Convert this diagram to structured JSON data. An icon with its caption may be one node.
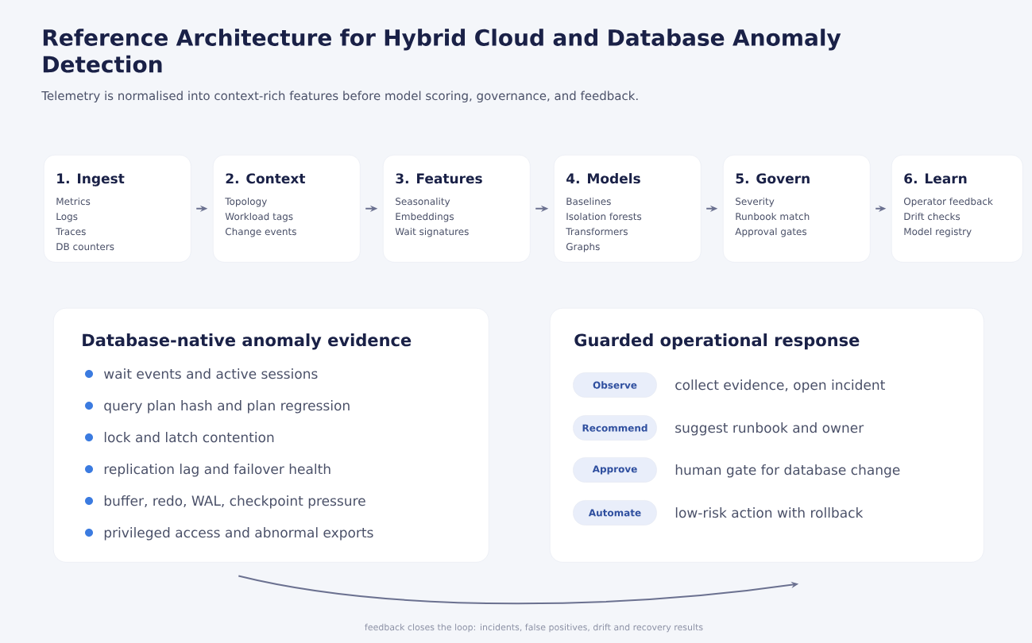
{
  "diagram": {
    "title": "Reference Architecture for Hybrid Cloud and Database Anomaly Detection",
    "caption": "Telemetry is normalised into context-rich features before model scoring, governance, and feedback.",
    "nodes": [
      {
        "text": [
          "1. Ingest",
          "Metrics",
          "Logs",
          "Traces",
          "DB counters"
        ]
      },
      {
        "text": [
          "2. Context",
          "Topology",
          "Workload tags",
          "Change events"
        ]
      },
      {
        "text": [
          "3. Features",
          "Seasonality",
          "Embeddings",
          "Wait signatures"
        ]
      },
      {
        "text": [
          "4. Models",
          "Baselines",
          "Isolation forests",
          "Transformers",
          "Graphs"
        ]
      },
      {
        "text": [
          "5. Govern",
          "Severity",
          "Runbook match",
          "Approval gates"
        ]
      },
      {
        "text": [
          "6. Learn",
          "Operator feedback",
          "Drift checks",
          "Model registry"
        ]
      },
      {
        "text": [
          "Database-native anomaly evidence",
          "wait events and active sessions",
          "query plan hash and plan regression",
          "lock and latch contention",
          "replication lag and failover health",
          "buffer, redo, WAL, checkpoint pressure",
          "privileged access and abnormal exports"
        ]
      },
      {
        "text": [
          "Guarded operational response"
        ]
      },
      {
        "text": [
          "Observe"
        ],
        "beside": [
          "collect evidence, open incident"
        ],
        "in": 7
      },
      {
        "text": [
          "Recommend"
        ],
        "beside": [
          "suggest runbook and owner"
        ],
        "in": 7
      },
      {
        "text": [
          "Approve"
        ],
        "beside": [
          "human gate for database change"
        ],
        "in": 7
      },
      {
        "text": [
          "Automate"
        ],
        "beside": [
          "low-risk action with rollback"
        ],
        "in": 7
      }
    ],
    "edges": [
      {
        "from": 0,
        "to": 1,
        "arrow": "to"
      },
      {
        "from": 1,
        "to": 2,
        "arrow": "to"
      },
      {
        "from": 2,
        "to": 3,
        "arrow": "to"
      },
      {
        "from": 3,
        "to": 4,
        "arrow": "to"
      },
      {
        "from": 4,
        "to": 5,
        "arrow": "to"
      },
      {
        "from": 6,
        "to": 7,
        "arrow": "to"
      }
    ],
    "labels": [
      "feedback closes the loop: incidents, false positives, drift and recovery results"
    ]
  }
}
